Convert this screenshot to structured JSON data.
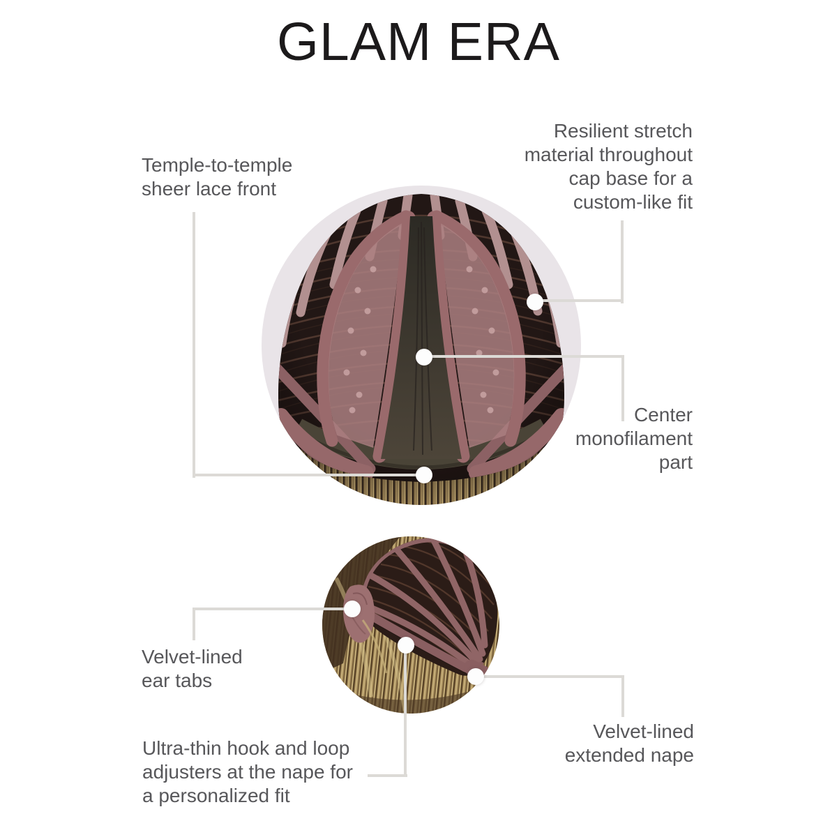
{
  "title": "GLAM ERA",
  "callouts": {
    "lace_front": "Temple-to-temple\nsheer lace front",
    "stretch_material": "Resilient stretch\nmaterial throughout\ncap base for a\ncustom-like fit",
    "mono_part": "Center\nmonofilament\npart",
    "ear_tabs": "Velvet-lined\near tabs",
    "nape_adjusters": "Ultra-thin hook and loop\nadjusters at the nape for\na personalized fit",
    "extended_nape": "Velvet-lined\nextended nape"
  },
  "colors": {
    "title_text": "#1c1a1b",
    "label_text": "#57575a",
    "leader_line": "#dcdad6",
    "callout_dot": "#fdfdfd",
    "top_circle_background": "#e9e4e8",
    "strap_mauve": "#9a6a6c",
    "cap_dark": "#221715",
    "hair_blonde": "#a18756"
  }
}
